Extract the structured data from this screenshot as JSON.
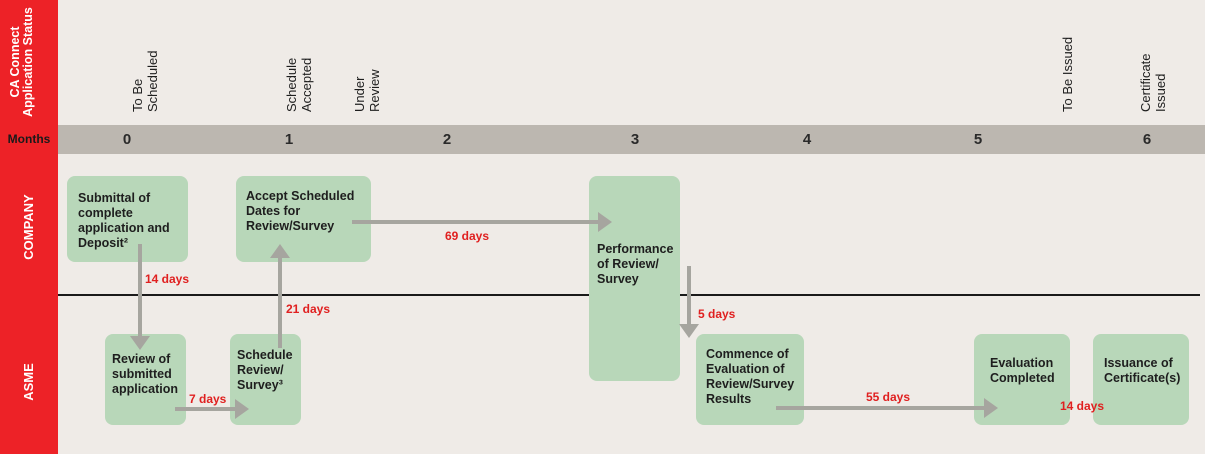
{
  "sidebar": {
    "status_title": "CA Connect Application Status",
    "months_label": "Months",
    "company_label": "COMPANY",
    "asme_label": "ASME"
  },
  "months": [
    "0",
    "1",
    "2",
    "3",
    "4",
    "5",
    "6"
  ],
  "statuses": {
    "to_be_scheduled": "To Be\nScheduled",
    "schedule_accepted": "Schedule\nAccepted",
    "under_review": "Under\nReview",
    "to_be_issued": "To Be Issued",
    "certificate_issued": "Certificate\nIssued"
  },
  "steps": {
    "submittal": "Submittal of\ncomplete\napplication and\nDeposit²",
    "accept_dates": "Accept Scheduled\nDates for\nReview/Survey",
    "performance": "Performance\nof Review/\nSurvey",
    "review_application": "Review of\nsubmitted\napplication",
    "schedule_review": "Schedule\nReview/\nSurvey³",
    "commence_evaluation": "Commence of\nEvaluation of\nReview/Survey\nResults",
    "evaluation_completed": "Evaluation\nCompleted",
    "issuance": "Issuance of\nCertificate(s)"
  },
  "durations": {
    "d14_a": "14 days",
    "d7": "7 days",
    "d21": "21 days",
    "d69": "69 days",
    "d5": "5 days",
    "d55": "55 days",
    "d14_b": "14 days"
  },
  "colors": {
    "sidebar_red": "#ed2227",
    "box_green": "#b8d7b9",
    "arrow_gray": "#a6a59f",
    "duration_red": "#e02020"
  }
}
